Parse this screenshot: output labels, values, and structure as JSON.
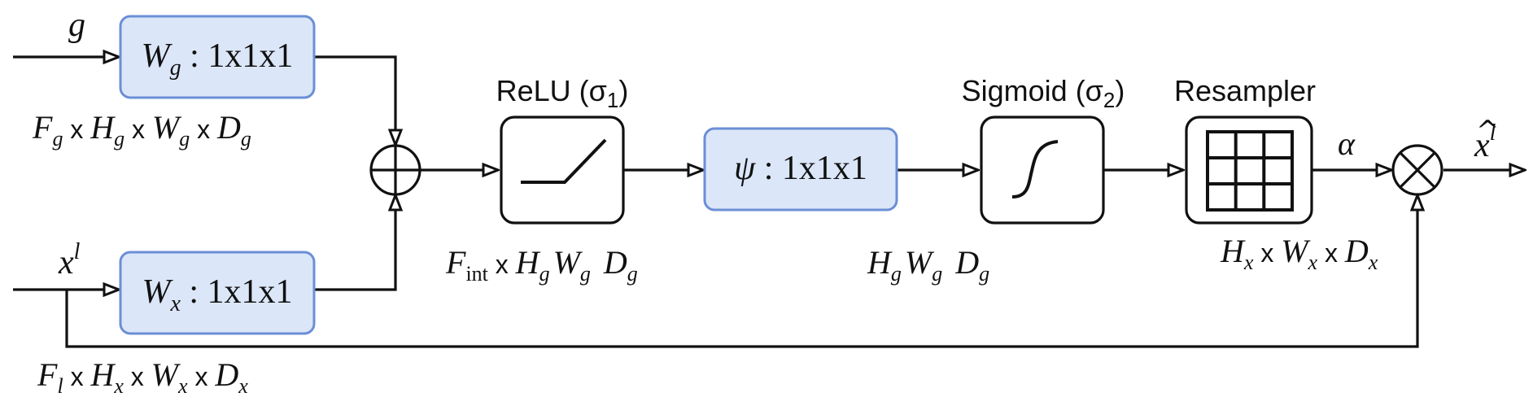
{
  "inputs": {
    "g": "g",
    "xl_base": "x",
    "xl_sup": "l"
  },
  "boxes": {
    "wg": {
      "main": "W",
      "sub": "g",
      "rest": " : 1x1x1"
    },
    "wx": {
      "main": "W",
      "sub": "x",
      "rest": " : 1x1x1"
    },
    "psi": {
      "main": "ψ",
      "rest": " : 1x1x1"
    },
    "fill_color": "#dbe6f8",
    "border_color": "#6b8fd6"
  },
  "blocks": {
    "relu_label": "ReLU (σ",
    "relu_sub": "1",
    "relu_close": ")",
    "sigmoid_label": "Sigmoid (σ",
    "sigmoid_sub": "2",
    "sigmoid_close": ")",
    "resampler_label": "Resampler"
  },
  "dims": {
    "g": {
      "F": "F",
      "Fs": "g",
      "x1": " x ",
      "H": "H",
      "Hs": "g",
      "x2": " x ",
      "W": "W",
      "Ws": "g",
      "x3": " x ",
      "D": "D",
      "Ds": "g"
    },
    "xl": {
      "F": "F",
      "Fs": "l",
      "x1": " x ",
      "H": "H",
      "Hs": "x",
      "x2": " x ",
      "W": "W",
      "Ws": "x",
      "x3": " x ",
      "D": "D",
      "Ds": "x"
    },
    "int": {
      "F": "F",
      "Fs": "int",
      "x1": " x ",
      "H": "H",
      "Hs": "g",
      "W": "W",
      "Ws": "g",
      "D": "D",
      "Ds": "g"
    },
    "sig": {
      "H": "H",
      "Hs": "g",
      "W": "W",
      "Ws": "g",
      "D": "D",
      "Ds": "g"
    },
    "res": {
      "H": "H",
      "Hs": "x",
      "x1": " x ",
      "W": "W",
      "Ws": "x",
      "x2": " x ",
      "D": "D",
      "Ds": "x"
    }
  },
  "outputs": {
    "alpha": "α",
    "xhat_base": "x",
    "xhat_sup": "l",
    "xhat_hat": "^"
  }
}
